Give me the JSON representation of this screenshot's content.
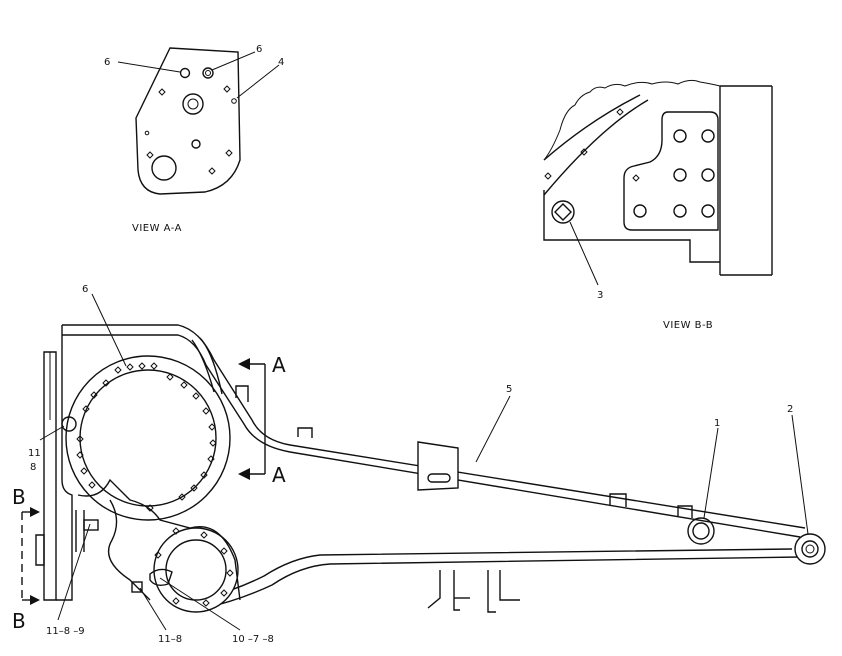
{
  "views": {
    "view_aa": "VIEW  A-A",
    "view_bb": "VIEW  B-B"
  },
  "section_marks": {
    "a_top": "A",
    "a_bottom": "A",
    "b_top": "B",
    "b_bottom": "B"
  },
  "callouts": {
    "aa_6_left": "6",
    "aa_6_right": "6",
    "aa_4": "4",
    "bb_3": "3",
    "main_6": "6",
    "main_5": "5",
    "main_1": "1",
    "main_2": "2",
    "main_11_top": "11",
    "main_8_top": "8",
    "main_11_8_9": "11–8 –9",
    "main_11_8": "11–8",
    "main_10_7_8": "10 –7 –8"
  }
}
